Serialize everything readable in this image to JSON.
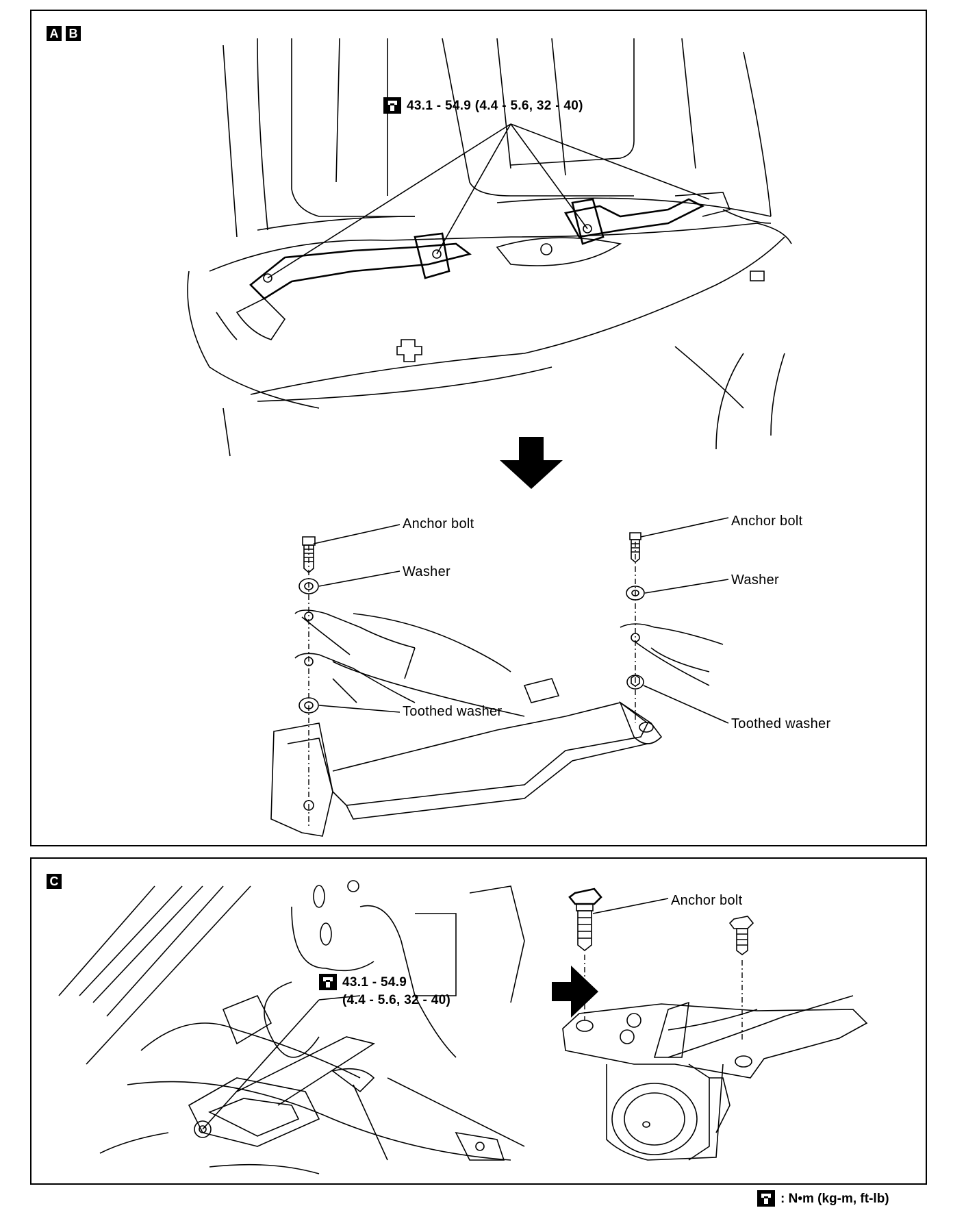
{
  "panels": {
    "top": {
      "badges": [
        "A",
        "B"
      ],
      "torque": "43.1 - 54.9 (4.4 - 5.6, 32 - 40)",
      "labels": {
        "anchor_bolt_left": "Anchor bolt",
        "washer_left": "Washer",
        "toothed_washer_left": "Toothed washer",
        "anchor_bolt_right": "Anchor bolt",
        "washer_right": "Washer",
        "toothed_washer_right": "Toothed washer"
      }
    },
    "bottom": {
      "badge": "C",
      "torque_line1": "43.1 - 54.9",
      "torque_line2": "(4.4 - 5.6, 32 - 40)",
      "anchor_bolt": "Anchor bolt"
    }
  },
  "legend": {
    "icon": "torque-wrench-icon",
    "unit_text": ": N•m (kg-m, ft-lb)"
  }
}
